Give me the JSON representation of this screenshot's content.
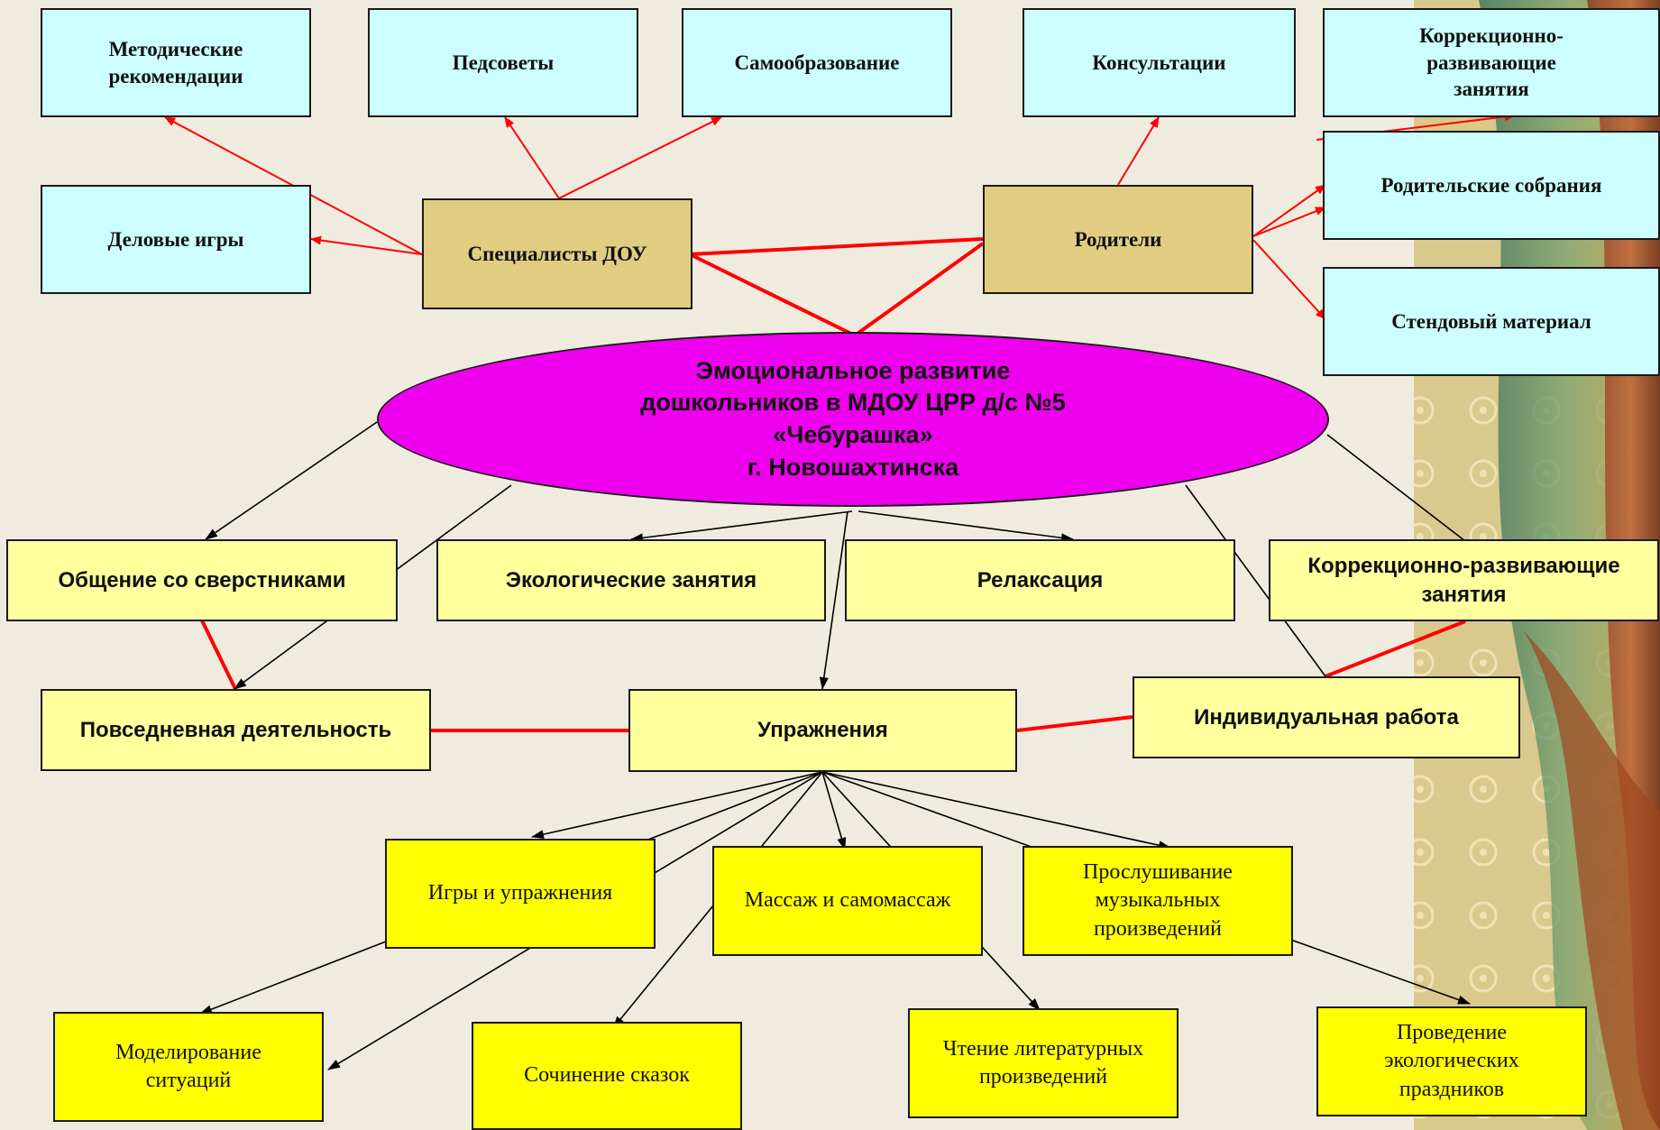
{
  "center": {
    "text": "Эмоциональное развитие\nдошкольников в МДОУ ЦРР д/с №5\n«Чебурашка»\nг. Новошахтинска"
  },
  "top": {
    "metod": "Методические\nрекомендации",
    "pedsovety": "Педсоветы",
    "samoobr": "Самообразование",
    "konsult": "Консультации",
    "korr_top": "Коррекционно-\nразвивающие\nзанятия",
    "delovye": "Деловые игры",
    "specialisty": "Специалисты ДОУ",
    "roditeli": "Родители",
    "rod_sobr": "Родительские собрания",
    "stend": "Стендовый материал"
  },
  "middle": {
    "obschenie": "Общение со сверстниками",
    "ekolog": "Экологические занятия",
    "relax": "Релаксация",
    "korr_mid": "Коррекционно-развивающие\nзанятия",
    "povsedn": "Повседневная деятельность",
    "uprazhn": "Упражнения",
    "individ": "Индивидуальная работа"
  },
  "bottom": {
    "igry": "Игры и упражнения",
    "massazh": "Массаж  и самомассаж",
    "muz": "Прослушивание\nмузыкальных\nпроизведений",
    "model": "Моделирование\nситуаций",
    "skazki": "Сочинение сказок",
    "chtenie": "Чтение литературных\nпроизведений",
    "eko_prazd": "Проведение\nэкологических\nпраздников"
  },
  "colors": {
    "cyan_box": "#ccfeff",
    "tan_box": "#e0cd82",
    "light_yellow_box": "#ffff9e",
    "yellow_box": "#ffff00",
    "ellipse": "#ee00ee",
    "red_line": "#ff0000",
    "black_line": "#000000"
  }
}
